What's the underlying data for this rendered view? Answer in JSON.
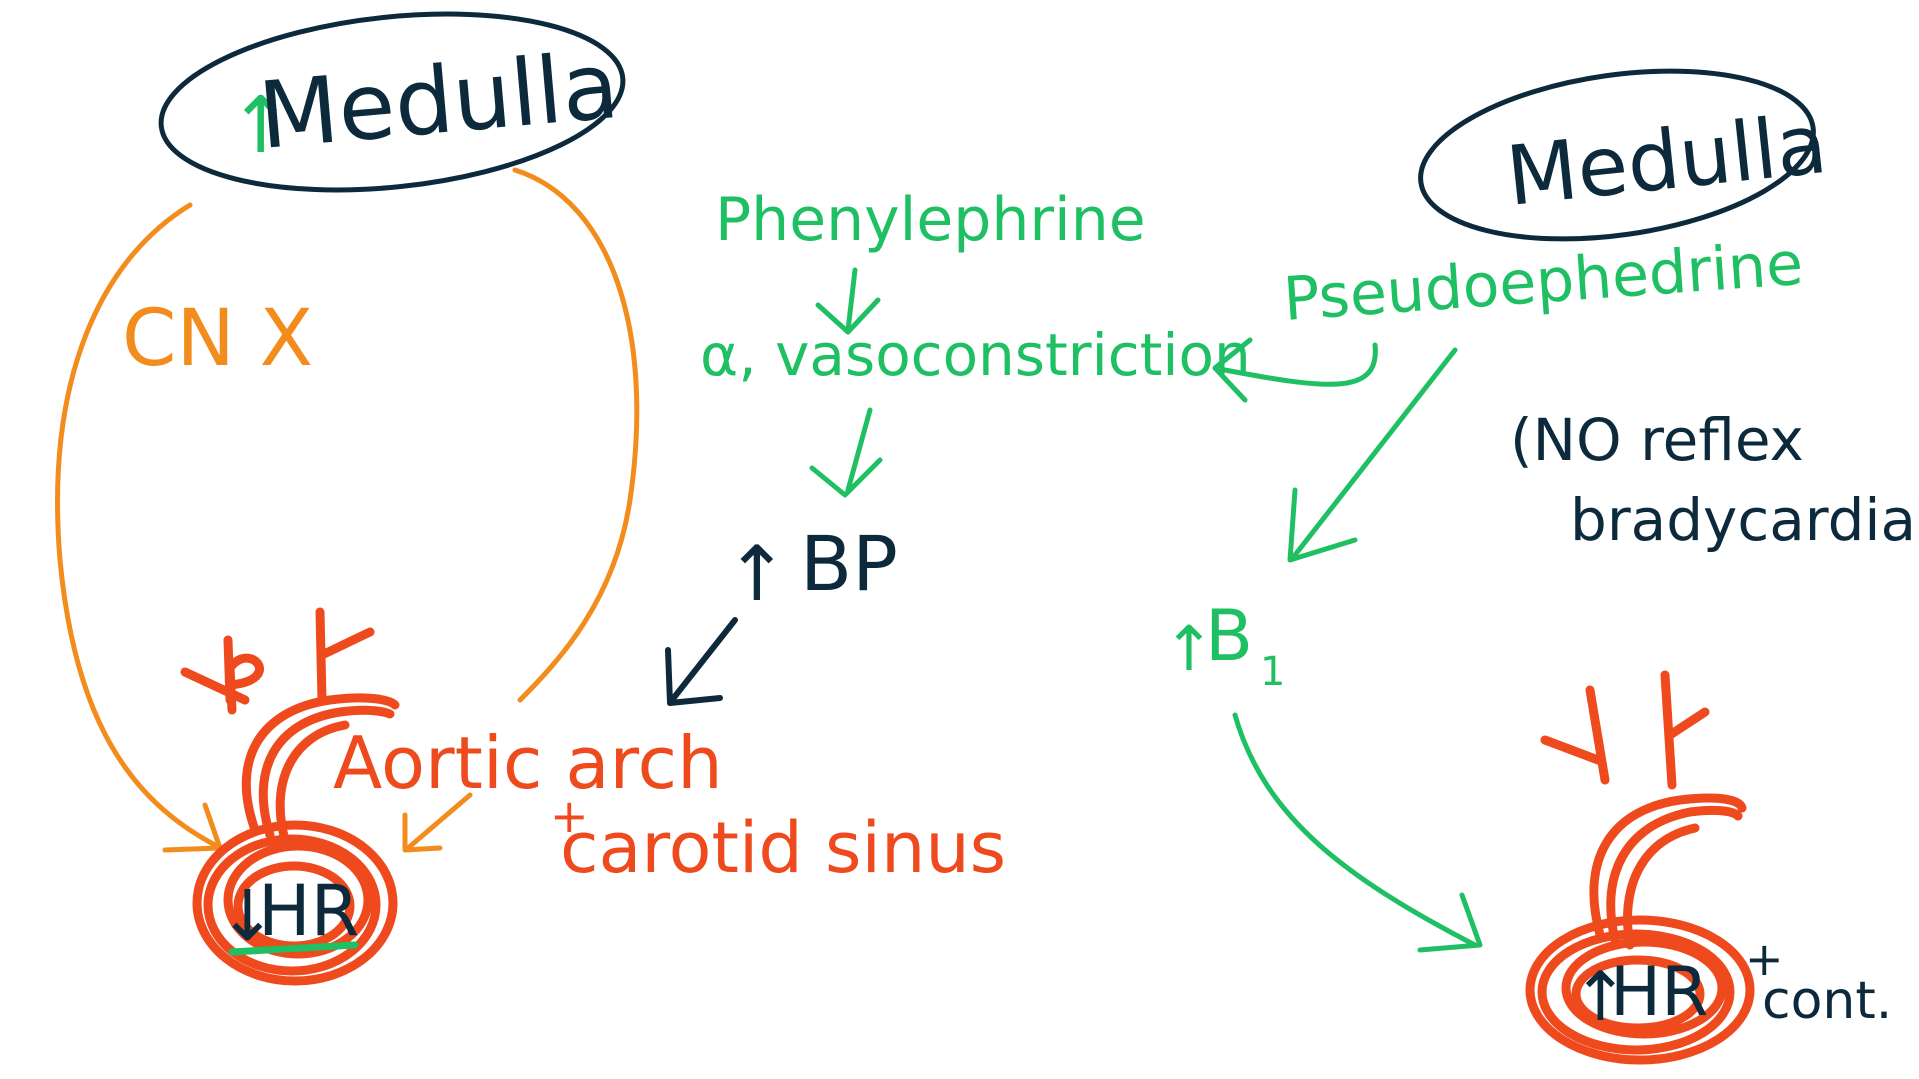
{
  "colors": {
    "navy": "#0d2a3d",
    "green": "#1fbf63",
    "orange": "#f28c1c",
    "red": "#ee4a1e"
  },
  "left": {
    "medulla_label": "Medulla",
    "medulla_marker": "↑",
    "nerve_label": "CN X",
    "heart_label": "HR",
    "heart_marker": "↓",
    "receptor_line1": "Aortic arch",
    "receptor_line2": "+",
    "receptor_line3": "carotid sinus"
  },
  "center": {
    "drug": "Phenylephrine",
    "effect": "α, vasoconstriction",
    "bp_label": "BP",
    "bp_marker": "↑"
  },
  "right": {
    "medulla_label": "Medulla",
    "drug": "Pseudoephedrine",
    "note_line1": "(NO reflex",
    "note_line2": "bradycardia)",
    "receptor_label": "B",
    "receptor_sub": "1",
    "receptor_marker": "↑",
    "heart_label": "HR",
    "heart_marker": "↑",
    "heart_plus": "+",
    "heart_note": "cont."
  }
}
